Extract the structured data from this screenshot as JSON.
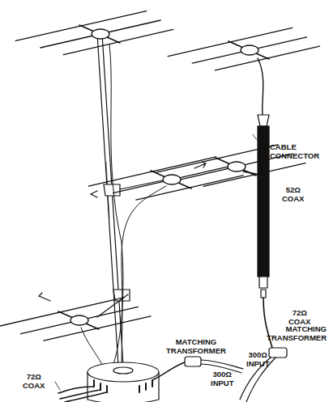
{
  "diagram": {
    "labels": [
      "CABLE CONNECTOR",
      "52Ω COAX",
      "MATCHING TRANSFORMER",
      "72Ω COAX",
      "300Ω INPUT",
      "MATCHING TRANSFORMER",
      "72Ω COAX",
      "300Ω INPUT"
    ]
  }
}
